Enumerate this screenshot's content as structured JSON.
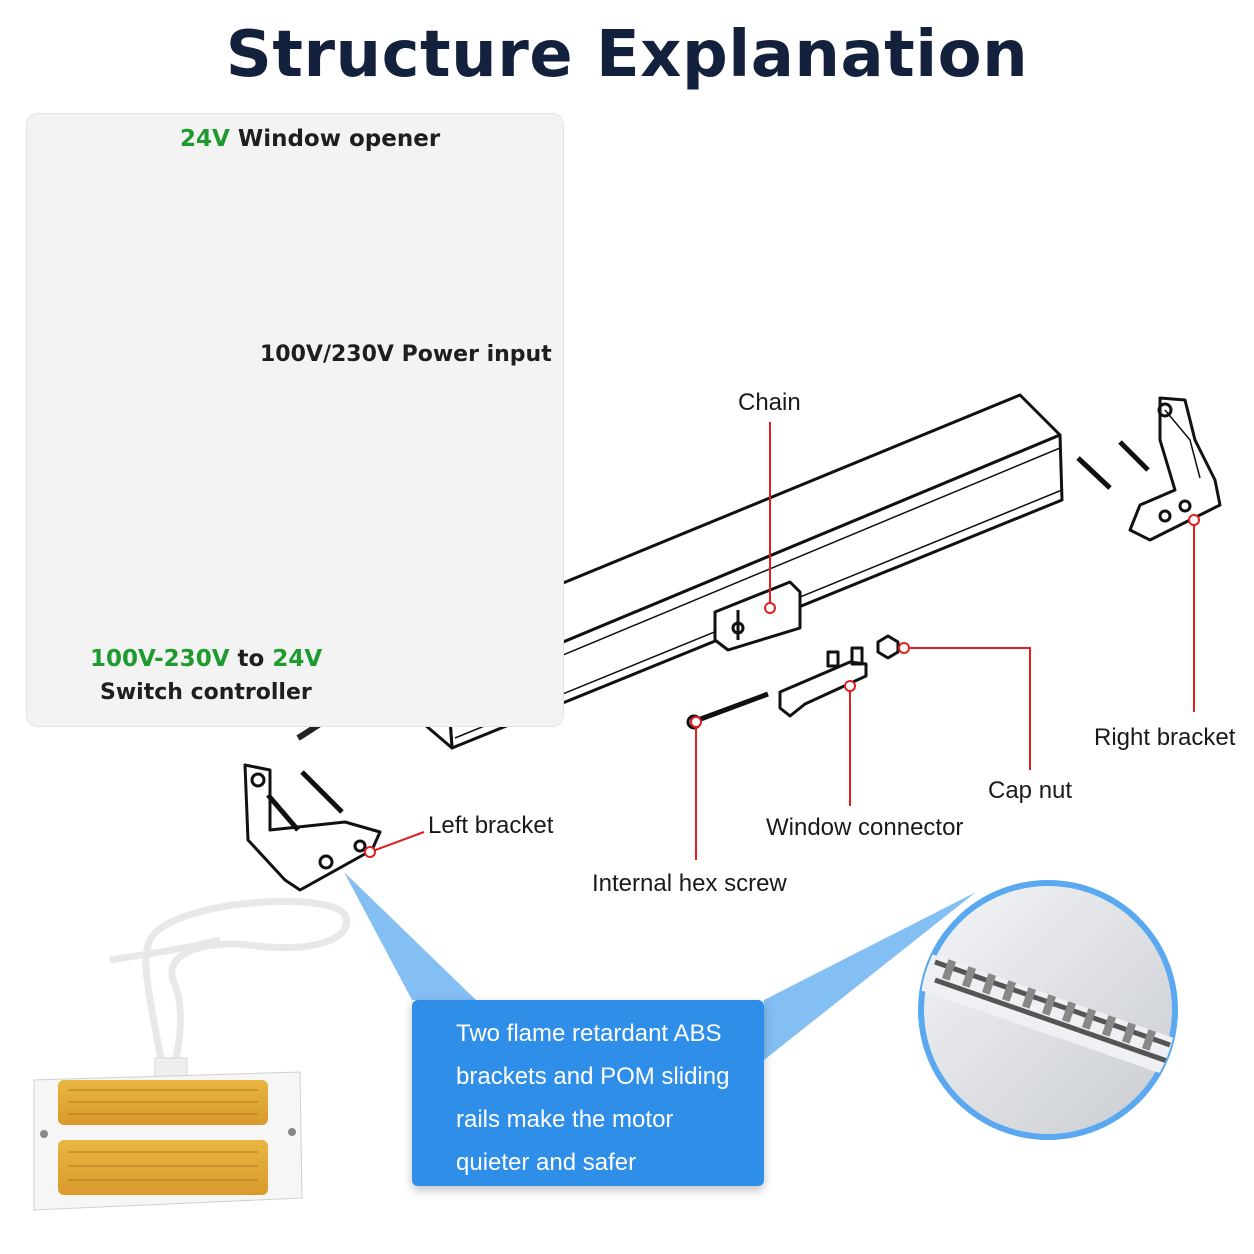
{
  "title": "Structure Explanation",
  "kit": {
    "opener": {
      "voltage": "24V",
      "label": "Window opener"
    },
    "power_input": "100V/230V Power input",
    "switch": {
      "voltage_range": "100V-230V",
      "to": "to",
      "voltage_out": "24V",
      "label": "Switch controller"
    }
  },
  "callouts": {
    "chain": "Chain",
    "right_bracket": "Right bracket",
    "cap_nut": "Cap nut",
    "window_connector": "Window connector",
    "left_bracket": "Left bracket",
    "hex_screw": "Internal hex screw"
  },
  "info_box": {
    "lines": [
      "Two flame retardant ABS",
      "brackets and POM sliding",
      "rails make the motor",
      "quieter and safer"
    ]
  },
  "colors": {
    "title": "#14213d",
    "voltage_green": "#1f9a2e",
    "callout_line": "#e02020",
    "info_box": "#2e8ee8",
    "panel_bg": "#f3f3f3"
  }
}
